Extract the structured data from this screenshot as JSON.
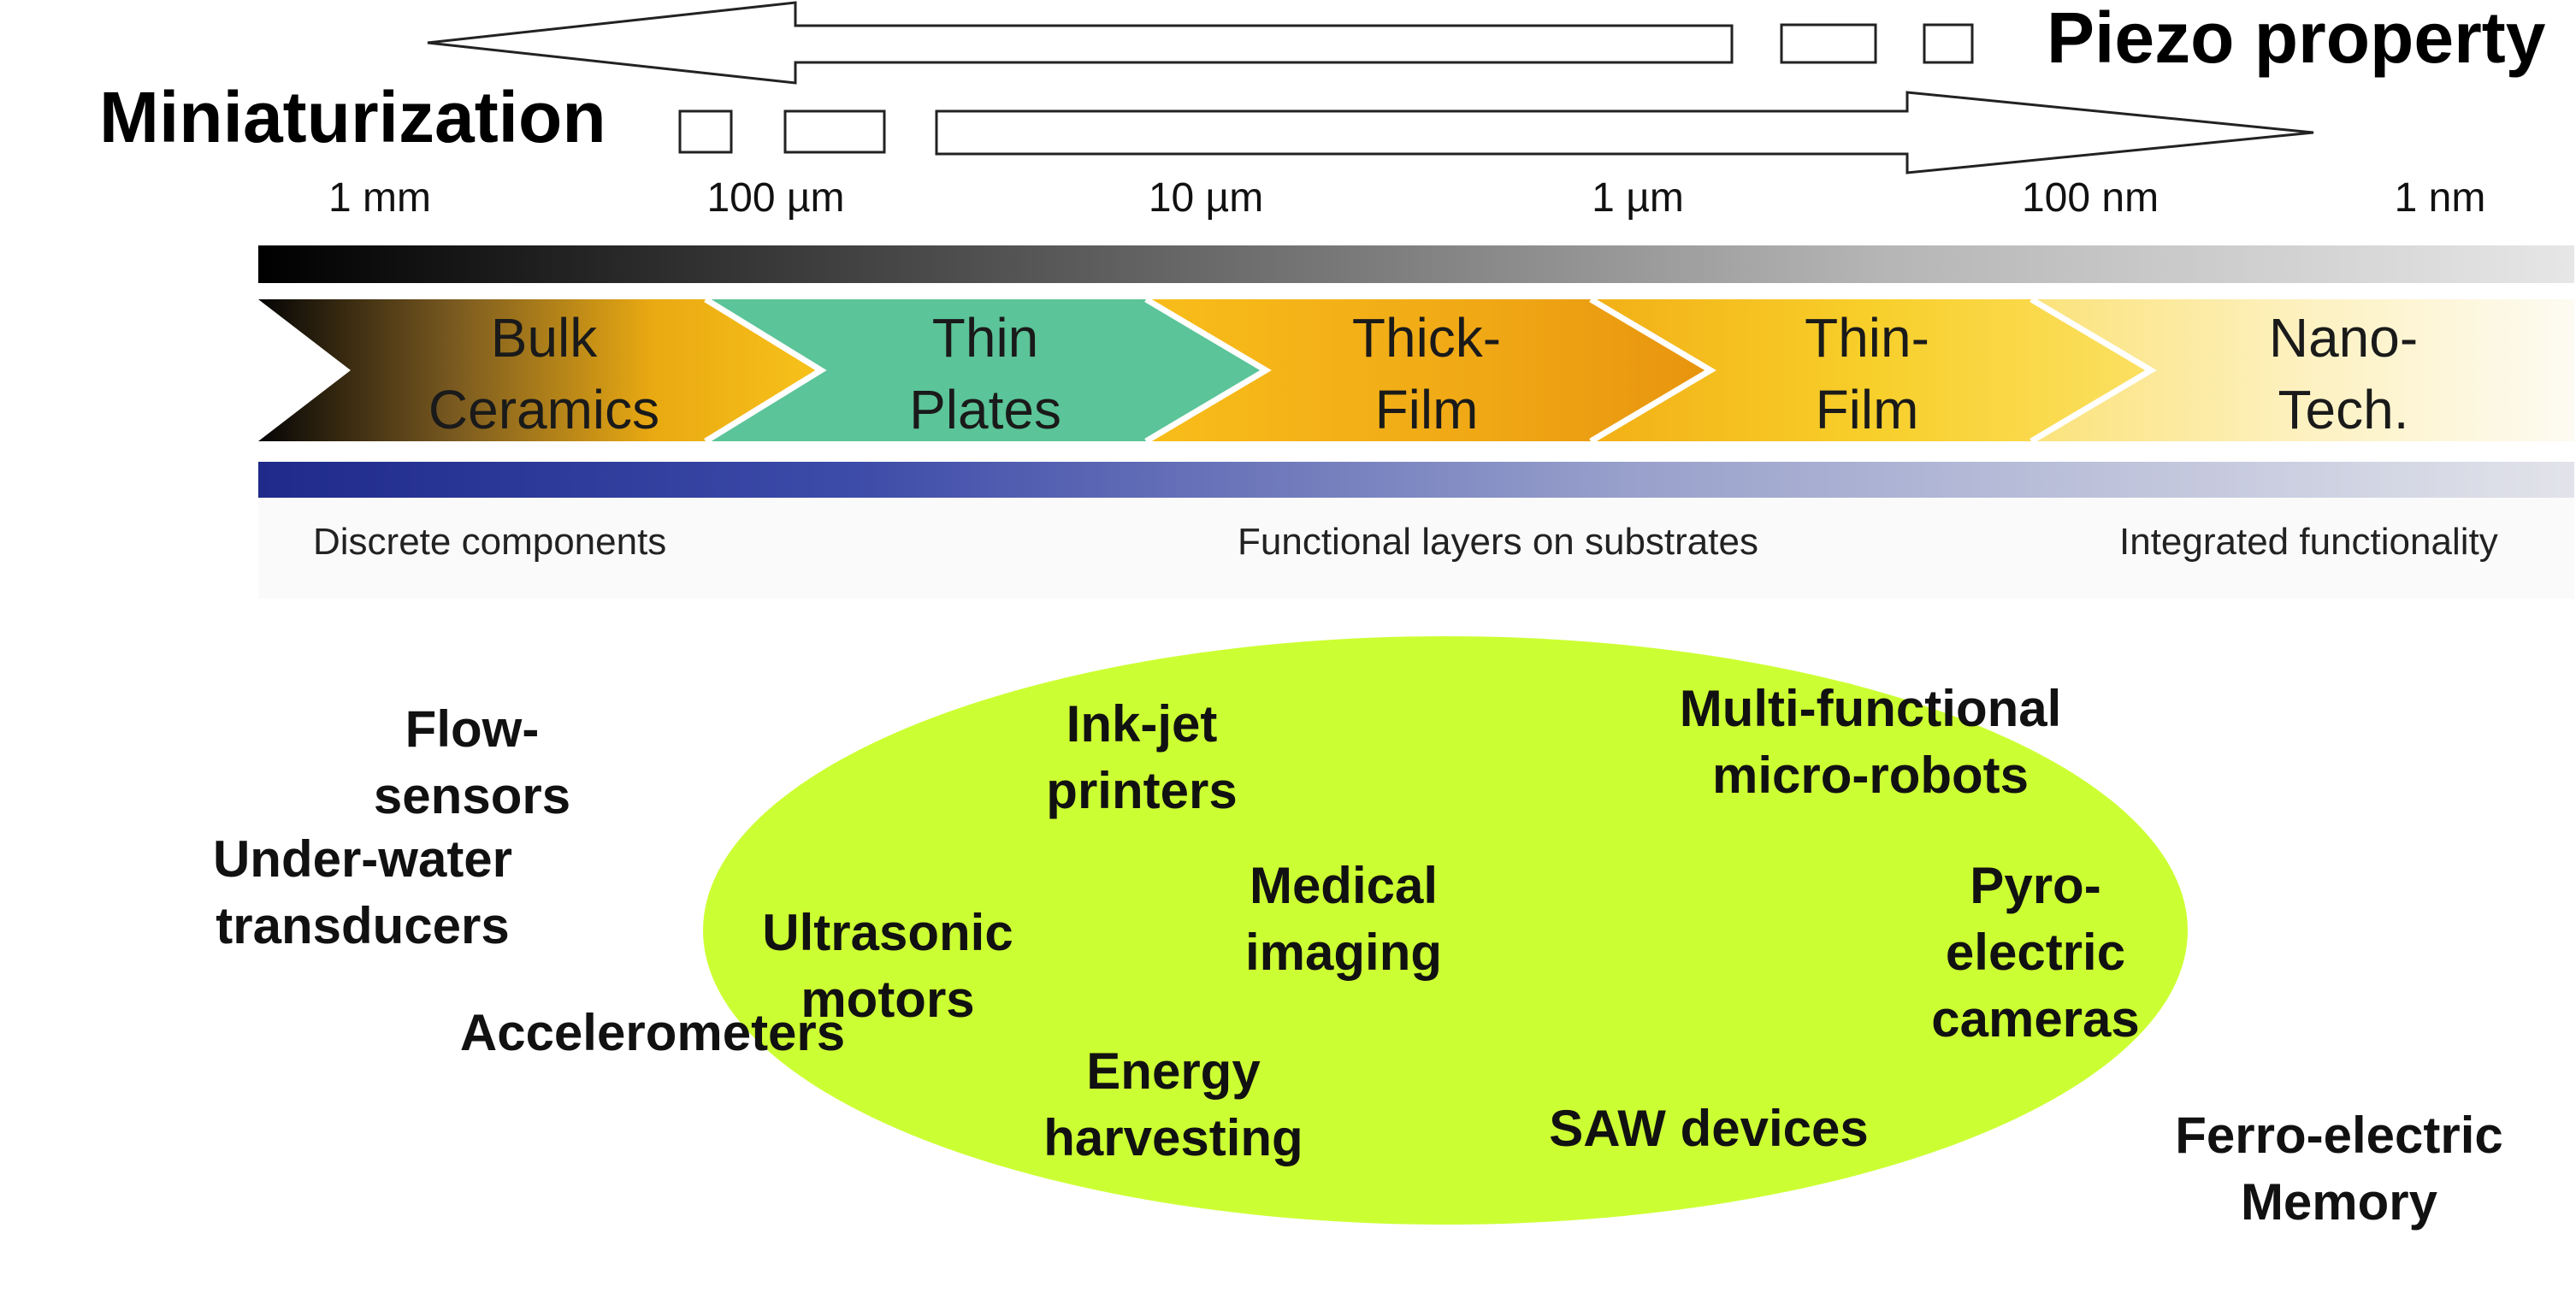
{
  "header": {
    "piezo_label": "Piezo property",
    "miniaturization_label": "Miniaturization"
  },
  "scale_labels": [
    "1 mm",
    "100 µm",
    "10 µm",
    "1 µm",
    "100 nm",
    "1 nm"
  ],
  "stages": [
    {
      "lines": [
        "Bulk",
        "Ceramics"
      ]
    },
    {
      "lines": [
        "Thin",
        "Plates"
      ]
    },
    {
      "lines": [
        "Thick-",
        "Film"
      ]
    },
    {
      "lines": [
        "Thin-",
        "Film"
      ]
    },
    {
      "lines": [
        "Nano-",
        "Tech."
      ]
    }
  ],
  "integration_labels": [
    "Discrete components",
    "Functional layers on substrates",
    "Integrated functionality"
  ],
  "applications_outside": [
    {
      "lines": [
        "Flow-",
        "sensors"
      ]
    },
    {
      "lines": [
        "Under-water",
        "transducers"
      ]
    },
    {
      "lines": [
        "Accelerometers"
      ]
    },
    {
      "lines": [
        "Ferro-electric",
        "Memory"
      ]
    }
  ],
  "applications_inside": [
    {
      "lines": [
        "Ink-jet",
        "printers"
      ]
    },
    {
      "lines": [
        "Multi-functional",
        "micro-robots"
      ]
    },
    {
      "lines": [
        "Ultrasonic",
        "motors"
      ]
    },
    {
      "lines": [
        "Medical",
        "imaging"
      ]
    },
    {
      "lines": [
        "Pyro-",
        "electric",
        "cameras"
      ]
    },
    {
      "lines": [
        "Energy",
        "harvesting"
      ]
    },
    {
      "lines": [
        "SAW devices"
      ]
    }
  ],
  "colors": {
    "ellipse_fill": "#CCFF33",
    "thin_plates": "#5BC498",
    "amber": "#F5B400",
    "orange": "#EE9A10",
    "blue_bar": "#2E3A9A"
  }
}
